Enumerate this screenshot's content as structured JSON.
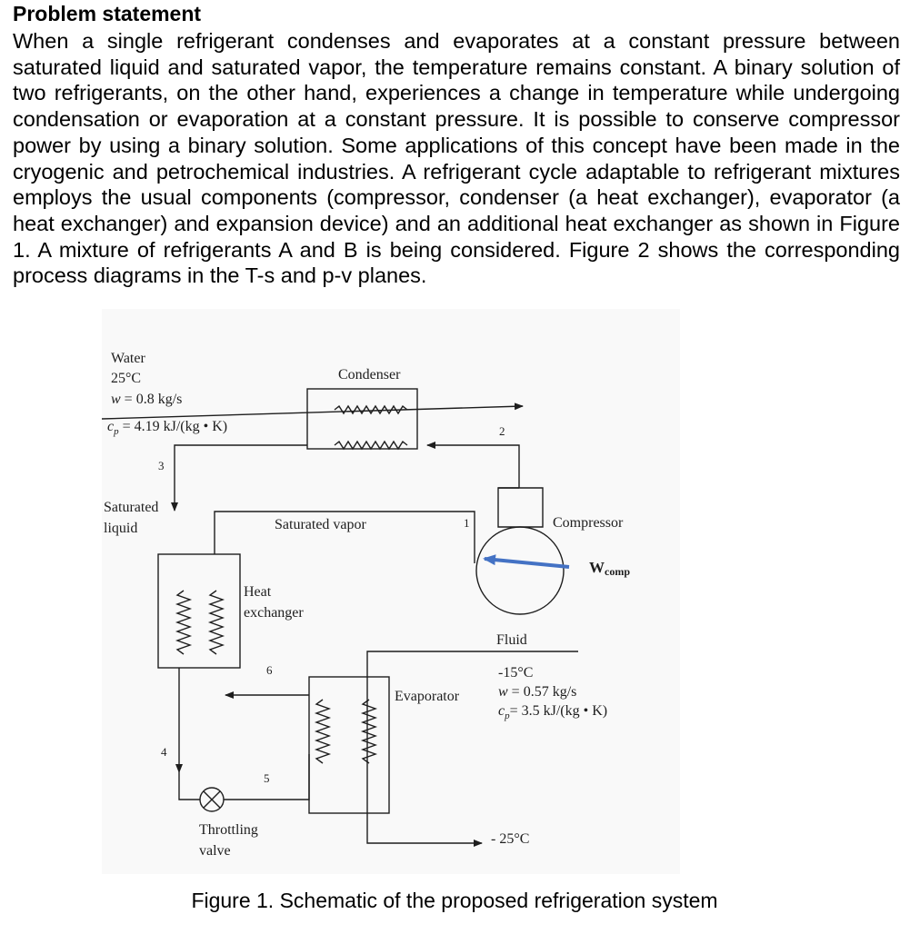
{
  "problem": {
    "heading": "Problem statement",
    "text": "When a single refrigerant condenses and evaporates at a constant pressure between saturated liquid and saturated vapor, the temperature remains constant. A binary solution of two refrigerants, on the other hand, experiences a change in temperature while undergoing condensation or evaporation at a constant pressure. It is possible to conserve compressor power by using a binary solution. Some applications of this concept have been made in the cryogenic and petrochemical industries. A refrigerant cycle adaptable to refrigerant mixtures employs the usual components (compressor, condenser (a heat exchanger), evaporator (a heat exchanger) and expansion device) and an additional heat exchanger as shown in Figure 1. A mixture of refrigerants A and B is being considered. Figure 2 shows the corresponding process diagrams in the T-s and p-v planes."
  },
  "figure": {
    "water": {
      "title": "Water",
      "temp": "25°C",
      "flow_sym": "w",
      "flow_val": " = 0.8 kg/s",
      "cp_sym": "c",
      "cp_sub": "p",
      "cp_val": " = 4.19 kJ/(kg • K)"
    },
    "condenser_label": "Condenser",
    "compressor_label": "Compressor",
    "wcomp_main": "W",
    "wcomp_sub": "comp",
    "saturated_liquid": [
      "Saturated",
      "liquid"
    ],
    "saturated_vapor": "Saturated vapor",
    "heat_exchanger": [
      "Heat",
      "exchanger"
    ],
    "evaporator_label": "Evaporator",
    "throttling_valve": [
      "Throttling",
      "valve"
    ],
    "fluid": {
      "title": "Fluid",
      "temp_in": "-15°C",
      "flow_sym": "w",
      "flow_val": " = 0.57 kg/s",
      "cp_sym": "c",
      "cp_sub": "p",
      "cp_val": "= 3.5 kJ/(kg • K)",
      "temp_out": "- 25°C"
    },
    "state_points": [
      "1",
      "2",
      "3",
      "4",
      "5",
      "6"
    ],
    "caption": "Figure 1.  Schematic of the proposed refrigeration system"
  },
  "colors": {
    "ink": "#1e1e1e",
    "work_arrow": "#4472c4"
  }
}
